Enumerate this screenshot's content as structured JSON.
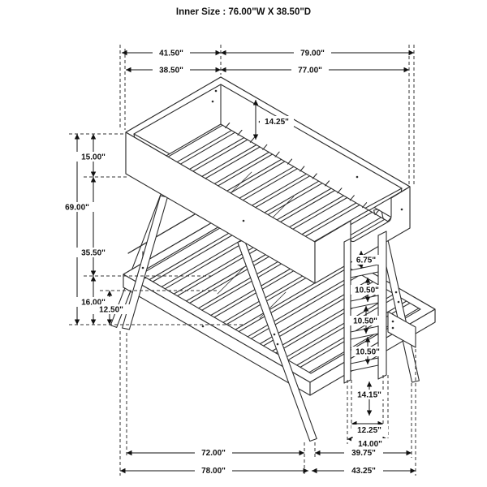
{
  "title": "Inner Size : 76.00\"W X 38.50\"D",
  "dims": {
    "top_width_outer": "41.50\"",
    "top_length_outer": "79.00\"",
    "top_width_inner": "38.50\"",
    "top_length_inner": "77.00\"",
    "height_total": "69.00\"",
    "top_rail_height": "15.00\"",
    "rail_to_slat": "14.25\"",
    "bunk_clearance": "35.50\"",
    "bottom_frame_height": "16.00\"",
    "under_bed_clearance": "12.50\"",
    "ladder_top_gap": "6.75\"",
    "rung_gap_1": "10.50\"",
    "rung_gap_2": "10.50\"",
    "rung_gap_3": "10.50\"",
    "ladder_floor_gap": "14.15\"",
    "ladder_width_inner": "12.25\"",
    "ladder_width_outer": "14.00\"",
    "bottom_length_inner": "72.00\"",
    "bottom_length_outer": "78.00\"",
    "bottom_width_front": "39.75\"",
    "bottom_width_outer": "43.25\""
  }
}
